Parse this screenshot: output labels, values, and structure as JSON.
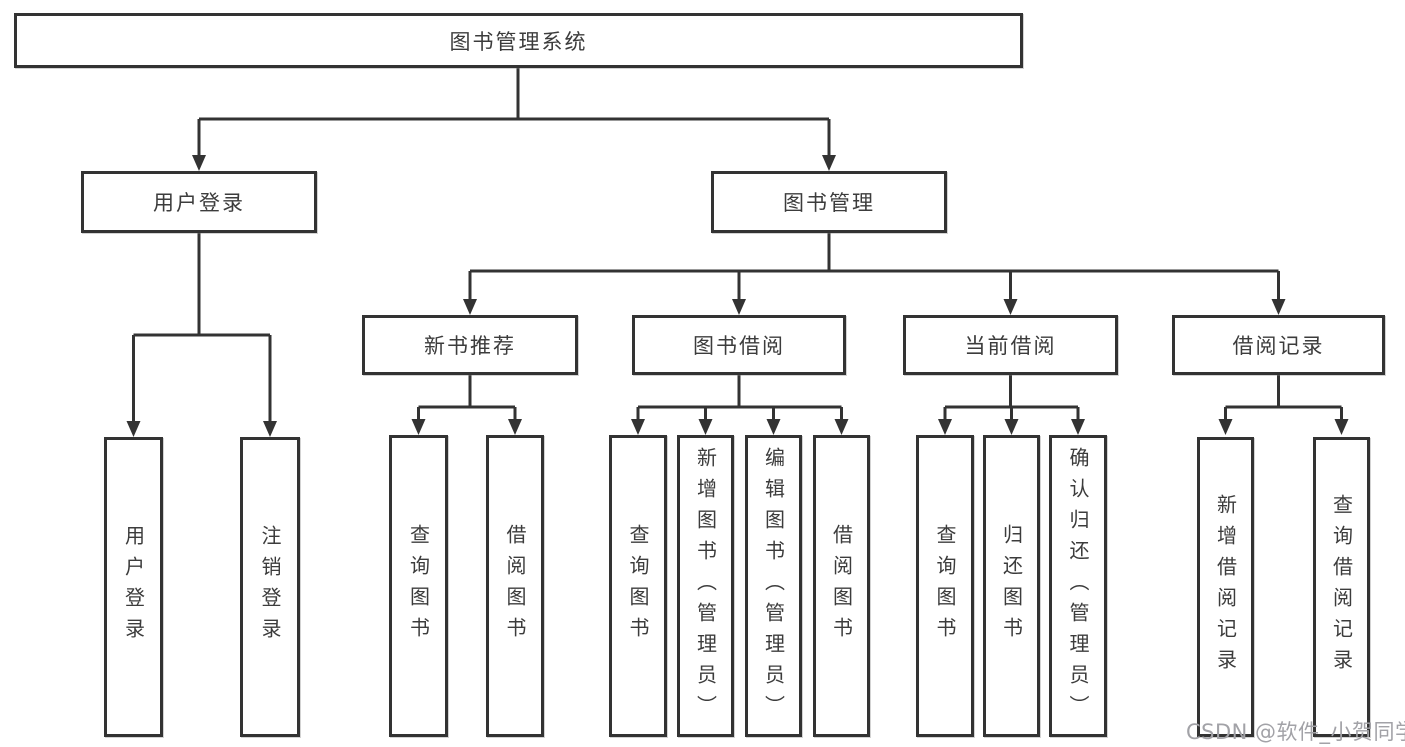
{
  "diagram": {
    "title": "图书管理系统",
    "root": {
      "label": "图书管理系统"
    },
    "branches": [
      {
        "label": "用户登录",
        "children": [
          {
            "label": "用户登录"
          },
          {
            "label": "注销登录"
          }
        ]
      },
      {
        "label": "图书管理",
        "children": [
          {
            "label": "新书推荐",
            "children": [
              {
                "label": "查询图书"
              },
              {
                "label": "借阅图书"
              }
            ]
          },
          {
            "label": "图书借阅",
            "children": [
              {
                "label": "查询图书"
              },
              {
                "label": "新增图书（管理员）"
              },
              {
                "label": "编辑图书（管理员）"
              },
              {
                "label": "借阅图书"
              }
            ]
          },
          {
            "label": "当前借阅",
            "children": [
              {
                "label": "查询图书"
              },
              {
                "label": "归还图书"
              },
              {
                "label": "确认归还（管理员）"
              }
            ]
          },
          {
            "label": "借阅记录",
            "children": [
              {
                "label": "新增借阅记录"
              },
              {
                "label": "查询借阅记录"
              }
            ]
          }
        ]
      }
    ]
  },
  "watermark": {
    "text": "CSDN @软件_小贺同学"
  },
  "colors": {
    "line": "#333333",
    "text": "#3c3c3c",
    "box_background": "#ffffff",
    "watermark": "#a2a2a7",
    "page_background": "#ffffff"
  }
}
